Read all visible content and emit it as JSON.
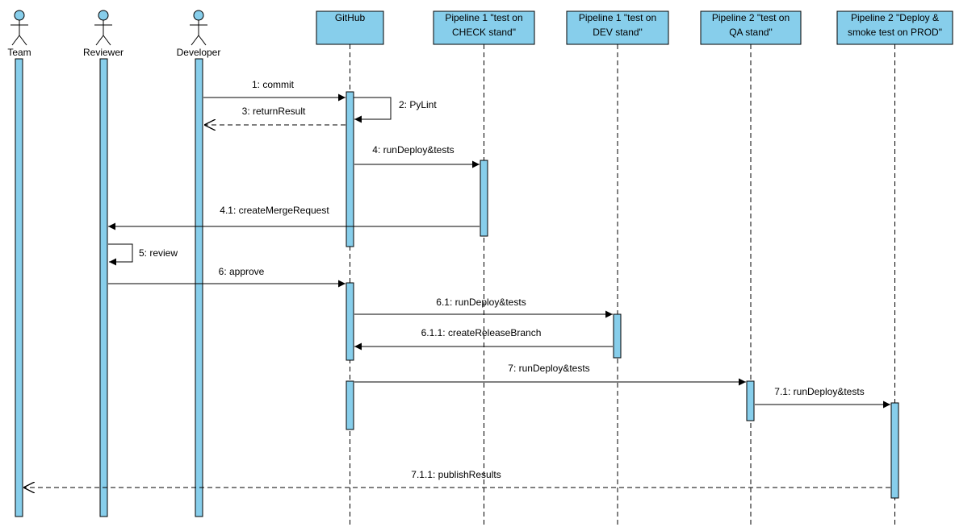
{
  "colors": {
    "fill": "#87CEEB",
    "stroke": "#000000",
    "background": "#FFFFFF"
  },
  "actors": [
    {
      "id": "team",
      "label": "Team"
    },
    {
      "id": "reviewer",
      "label": "Reviewer"
    },
    {
      "id": "developer",
      "label": "Developer"
    }
  ],
  "participants": [
    {
      "id": "github",
      "lines": [
        "GitHub"
      ]
    },
    {
      "id": "p1check",
      "lines": [
        "Pipeline 1 \"test on",
        "CHECK stand\""
      ]
    },
    {
      "id": "p1dev",
      "lines": [
        "Pipeline 1 \"test on",
        "DEV stand\""
      ]
    },
    {
      "id": "p2qa",
      "lines": [
        "Pipeline 2 \"test on",
        "QA stand\""
      ]
    },
    {
      "id": "p2prod",
      "lines": [
        "Pipeline 2 \"Deploy &",
        "smoke test on PROD\""
      ]
    }
  ],
  "messages": [
    {
      "id": "m1",
      "label": "1: commit",
      "from": "developer",
      "to": "github",
      "kind": "sync"
    },
    {
      "id": "m2",
      "label": "2: PyLint",
      "from": "github",
      "to": "github",
      "kind": "self"
    },
    {
      "id": "m3",
      "label": "3: returnResult",
      "from": "github",
      "to": "developer",
      "kind": "return"
    },
    {
      "id": "m4",
      "label": "4: runDeploy&tests",
      "from": "github",
      "to": "p1check",
      "kind": "sync"
    },
    {
      "id": "m41",
      "label": "4.1: createMergeRequest",
      "from": "p1check",
      "to": "reviewer",
      "kind": "sync"
    },
    {
      "id": "m5",
      "label": "5: review",
      "from": "reviewer",
      "to": "reviewer",
      "kind": "self"
    },
    {
      "id": "m6",
      "label": "6: approve",
      "from": "reviewer",
      "to": "github",
      "kind": "sync"
    },
    {
      "id": "m61",
      "label": "6.1: runDeploy&tests",
      "from": "github",
      "to": "p1dev",
      "kind": "sync"
    },
    {
      "id": "m611",
      "label": "6.1.1: createReleaseBranch",
      "from": "p1dev",
      "to": "github",
      "kind": "sync"
    },
    {
      "id": "m7",
      "label": "7: runDeploy&tests",
      "from": "github",
      "to": "p2qa",
      "kind": "sync"
    },
    {
      "id": "m71",
      "label": "7.1: runDeploy&tests",
      "from": "p2qa",
      "to": "p2prod",
      "kind": "sync"
    },
    {
      "id": "m711",
      "label": "7.1.1: publishResults",
      "from": "p2prod",
      "to": "team",
      "kind": "return"
    }
  ]
}
